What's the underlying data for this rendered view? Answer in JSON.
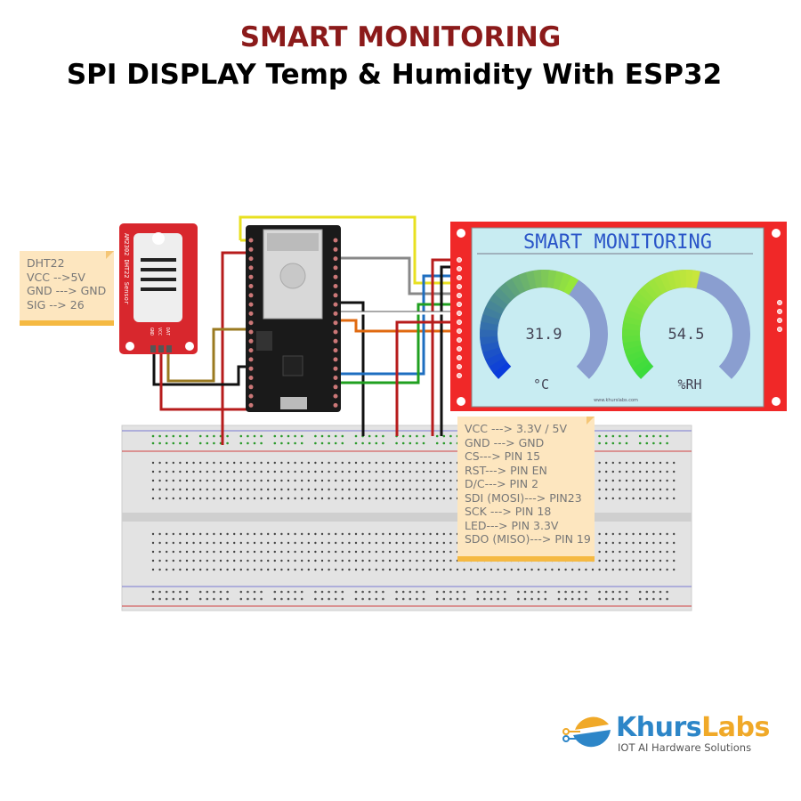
{
  "title": {
    "line1": "SMART MONITORING",
    "line2": "SPI DISPLAY Temp & Humidity With ESP32"
  },
  "dht_note": {
    "lines": [
      "DHT22",
      "VCC -->5V",
      "GND ---> GND",
      "SIG --> 26"
    ]
  },
  "dht_board": {
    "label": "AM2302 DHT22 Sensor",
    "pins": [
      "GND",
      "VCC",
      "DAT"
    ]
  },
  "display_note": {
    "lines": [
      "VCC ---> 3.3V / 5V",
      "GND ---> GND",
      "CS---> PIN 15",
      "RST---> PIN EN",
      "D/C---> PIN 2",
      "SDI (MOSI)---> PIN23",
      "SCK ---> PIN 18",
      "LED---> PIN 3.3V",
      "SDO (MISO)---> PIN 19"
    ]
  },
  "display": {
    "heading": "SMART MONITORING",
    "temperature": {
      "value": "31.9",
      "unit": "°C",
      "gauge_fraction": 0.62
    },
    "humidity": {
      "value": "54.5",
      "unit": "%RH",
      "gauge_fraction": 0.545
    },
    "footer": "www.khurslabs.com"
  },
  "logo": {
    "brand_part1": "Khurs",
    "brand_part2": "Labs",
    "tagline": "IOT AI Hardware Solutions"
  },
  "colors": {
    "title": "#8b1a1a",
    "board_red": "#e8262b",
    "screen": "#c8ecf2",
    "brand_blue": "#2d86c8",
    "brand_orange": "#f0a928"
  }
}
